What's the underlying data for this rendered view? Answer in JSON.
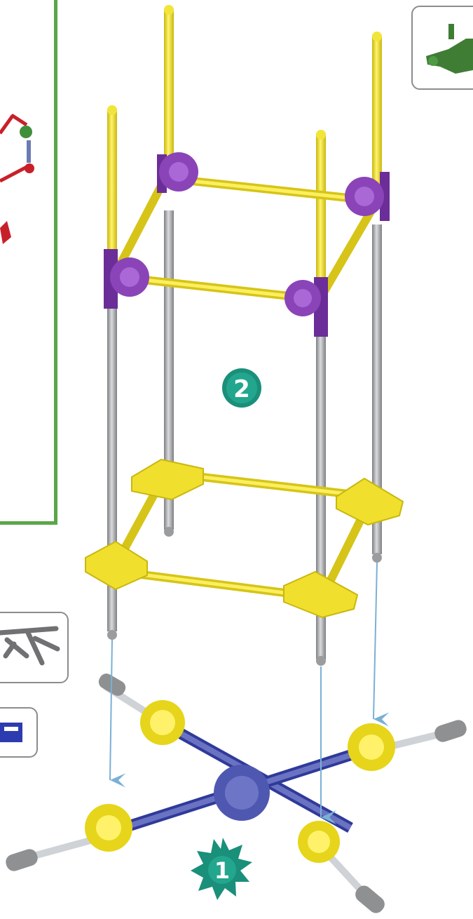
{
  "steps": [
    {
      "label": "2",
      "shape": "circle",
      "color": "#1a8f7a"
    },
    {
      "label": "1",
      "shape": "starburst",
      "color": "#1a8f7a"
    }
  ],
  "palette": {
    "yellow_rod": "#f2e53a",
    "yellow_connector": "#f7e642",
    "purple_connector": "#7a3aa8",
    "gray_rod": "#a9abad",
    "blue_rod": "#5d63b0",
    "green_frame": "#5aa64a",
    "arrow": "#7ab0d6",
    "red_part": "#c8202a"
  },
  "icons": [
    "green-part-icon",
    "gray-connector-icon",
    "purple-connector-icon",
    "red-model-preview"
  ]
}
